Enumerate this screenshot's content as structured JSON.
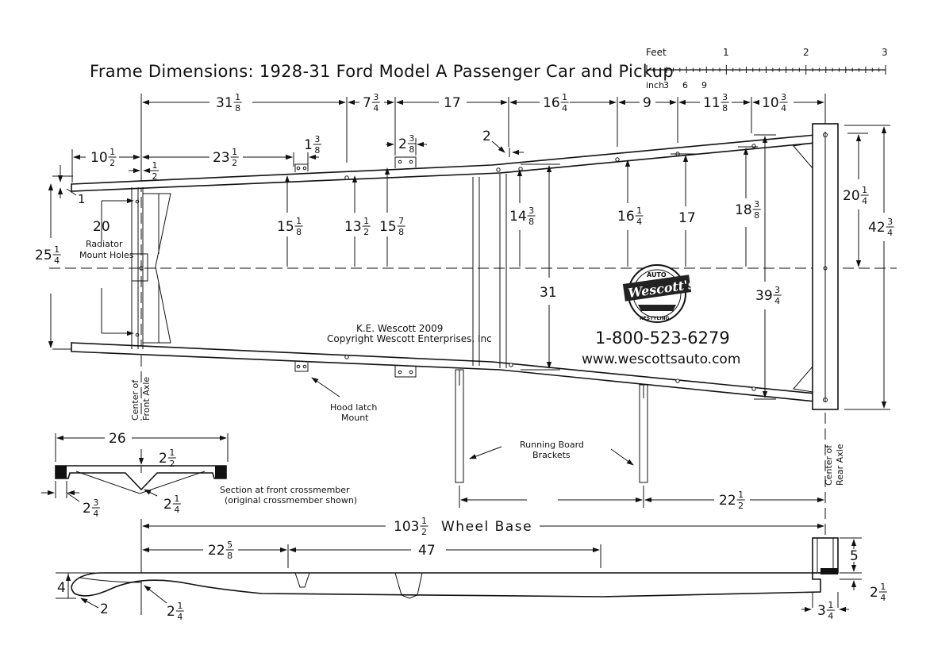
{
  "title": "Frame Dimensions: 1928-31 Ford Model A Passenger Car and Pickup",
  "scale": {
    "feet_label": "Feet",
    "inch_label": "inch",
    "inch_ticks": [
      "3",
      "6",
      "9"
    ],
    "foot_ticks": [
      "1",
      "2",
      "3"
    ]
  },
  "credit": {
    "author": "K.E. Wescott 2009",
    "copyright": "Copyright Wescott Enterprises, Inc"
  },
  "contact": {
    "phone": "1-800-523-6279",
    "website": "www.wescottsauto.com"
  },
  "logo": {
    "text": "Wescott's",
    "top": "AUTO",
    "bottom": "RESTYLING"
  },
  "labels": {
    "radiator": [
      "Radiator",
      "Mount Holes"
    ],
    "front_axle": [
      "Center of",
      "Front Axle"
    ],
    "rear_axle": [
      "Center of",
      "Rear Axle"
    ],
    "hood_latch": [
      "Hood latch",
      "Mount"
    ],
    "running_board": [
      "Running Board",
      "Brackets"
    ],
    "section": [
      "Section at front crossmember",
      "(original crossmember shown)"
    ],
    "wheelbase": "Wheel Base"
  },
  "dims": {
    "top_row": [
      {
        "whole": "31",
        "num": "1",
        "den": "8"
      },
      {
        "whole": "7",
        "num": "3",
        "den": "4"
      },
      {
        "whole": "17",
        "num": "",
        "den": ""
      },
      {
        "whole": "16",
        "num": "1",
        "den": "4"
      },
      {
        "whole": "9",
        "num": "",
        "den": ""
      },
      {
        "whole": "11",
        "num": "3",
        "den": "8"
      },
      {
        "whole": "10",
        "num": "3",
        "den": "4"
      }
    ],
    "d10_5": {
      "whole": "10",
      "num": "1",
      "den": "2"
    },
    "d23_5": {
      "whole": "23",
      "num": "1",
      "den": "2"
    },
    "d_half": {
      "whole": "",
      "num": "1",
      "den": "2"
    },
    "d1_3_8": {
      "whole": "1",
      "num": "3",
      "den": "8"
    },
    "d2_3_8": {
      "whole": "2",
      "num": "3",
      "den": "8"
    },
    "d2": "2",
    "d1": "1",
    "d20": "20",
    "d25_25": {
      "whole": "25",
      "num": "1",
      "den": "4"
    },
    "d15_1_8": {
      "whole": "15",
      "num": "1",
      "den": "8"
    },
    "d13_5": {
      "whole": "13",
      "num": "1",
      "den": "2"
    },
    "d15_7_8": {
      "whole": "15",
      "num": "7",
      "den": "8"
    },
    "d14_3_8": {
      "whole": "14",
      "num": "3",
      "den": "8"
    },
    "d31": "31",
    "d16_25": {
      "whole": "16",
      "num": "1",
      "den": "4"
    },
    "d17": "17",
    "d18_3_8": {
      "whole": "18",
      "num": "3",
      "den": "8"
    },
    "d39_75": {
      "whole": "39",
      "num": "3",
      "den": "4"
    },
    "d20_25": {
      "whole": "20",
      "num": "1",
      "den": "4"
    },
    "d42_75": {
      "whole": "42",
      "num": "3",
      "den": "4"
    },
    "d26": "26",
    "d2_5": {
      "whole": "2",
      "num": "1",
      "den": "2"
    },
    "d2_25": {
      "whole": "2",
      "num": "1",
      "den": "4"
    },
    "d2_75": {
      "whole": "2",
      "num": "3",
      "den": "4"
    },
    "d22_5": {
      "whole": "22",
      "num": "1",
      "den": "2"
    },
    "d103_5": {
      "whole": "103",
      "num": "1",
      "den": "2"
    },
    "d22_5_8": {
      "whole": "22",
      "num": "5",
      "den": "8"
    },
    "d47": "47",
    "d4": "4",
    "d2_side": "2",
    "d2_25_side": {
      "whole": "2",
      "num": "1",
      "den": "4"
    },
    "d5": "5",
    "d2_25_rear": {
      "whole": "2",
      "num": "1",
      "den": "4"
    },
    "d3_25": {
      "whole": "3",
      "num": "1",
      "den": "4"
    }
  }
}
